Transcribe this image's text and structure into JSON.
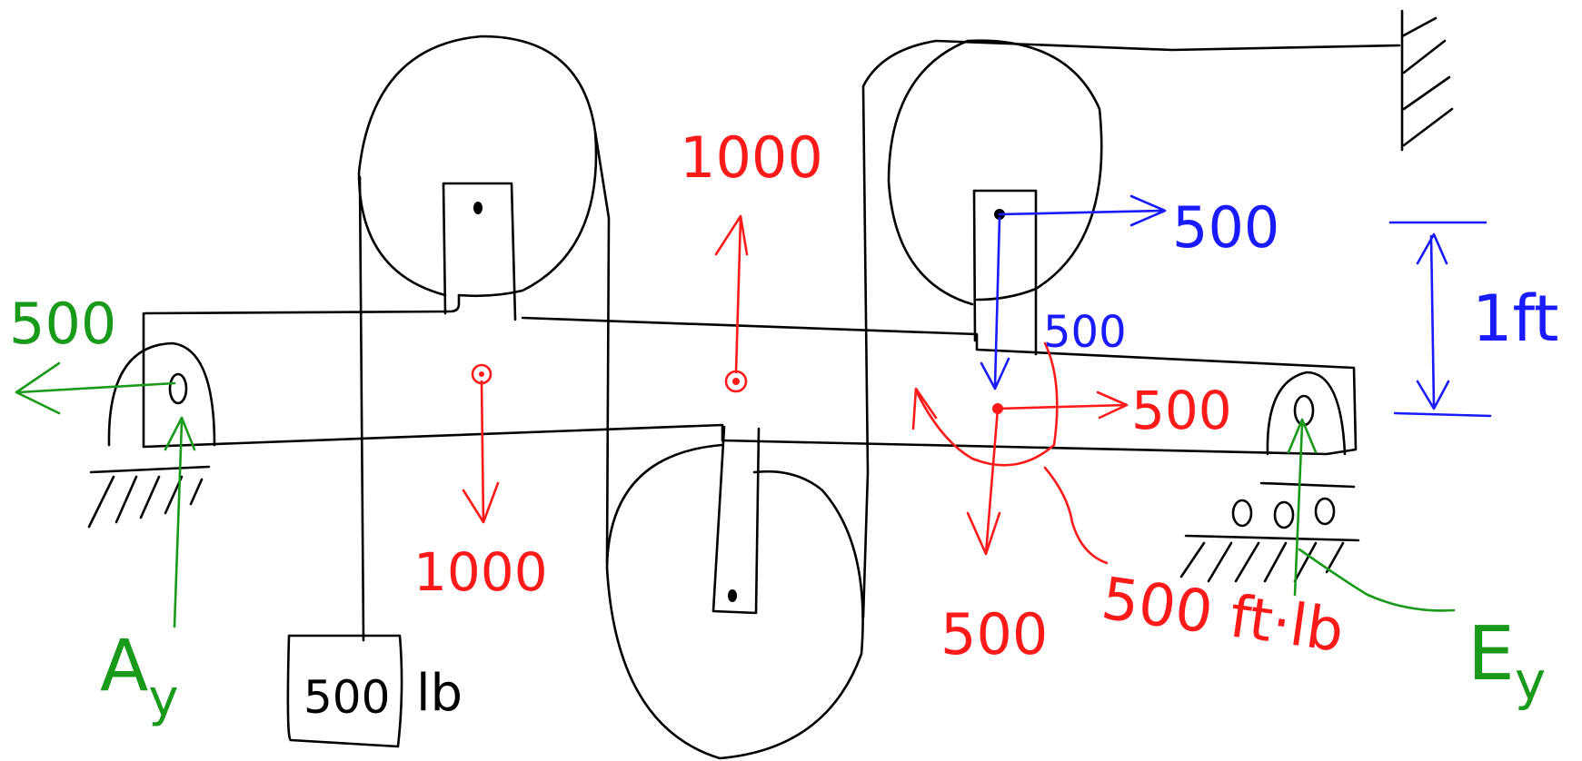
{
  "colors": {
    "ink": "#000000",
    "red": "#ff1a1a",
    "blue": "#1a1aff",
    "green": "#1a9a1a",
    "background": "#ffffff"
  },
  "labels": {
    "weight_box": "500",
    "weight_unit": "lb",
    "red_up_1000": "1000",
    "red_down_1000": "1000",
    "red_right_500": "500",
    "red_down_500": "500",
    "red_moment": "500 ft·lb",
    "blue_right_500": "500",
    "blue_down_500": "500",
    "blue_length": "1ft",
    "green_left_500": "500",
    "reaction_a": "A",
    "reaction_a_sub": "y",
    "reaction_e": "E",
    "reaction_e_sub": "y"
  }
}
